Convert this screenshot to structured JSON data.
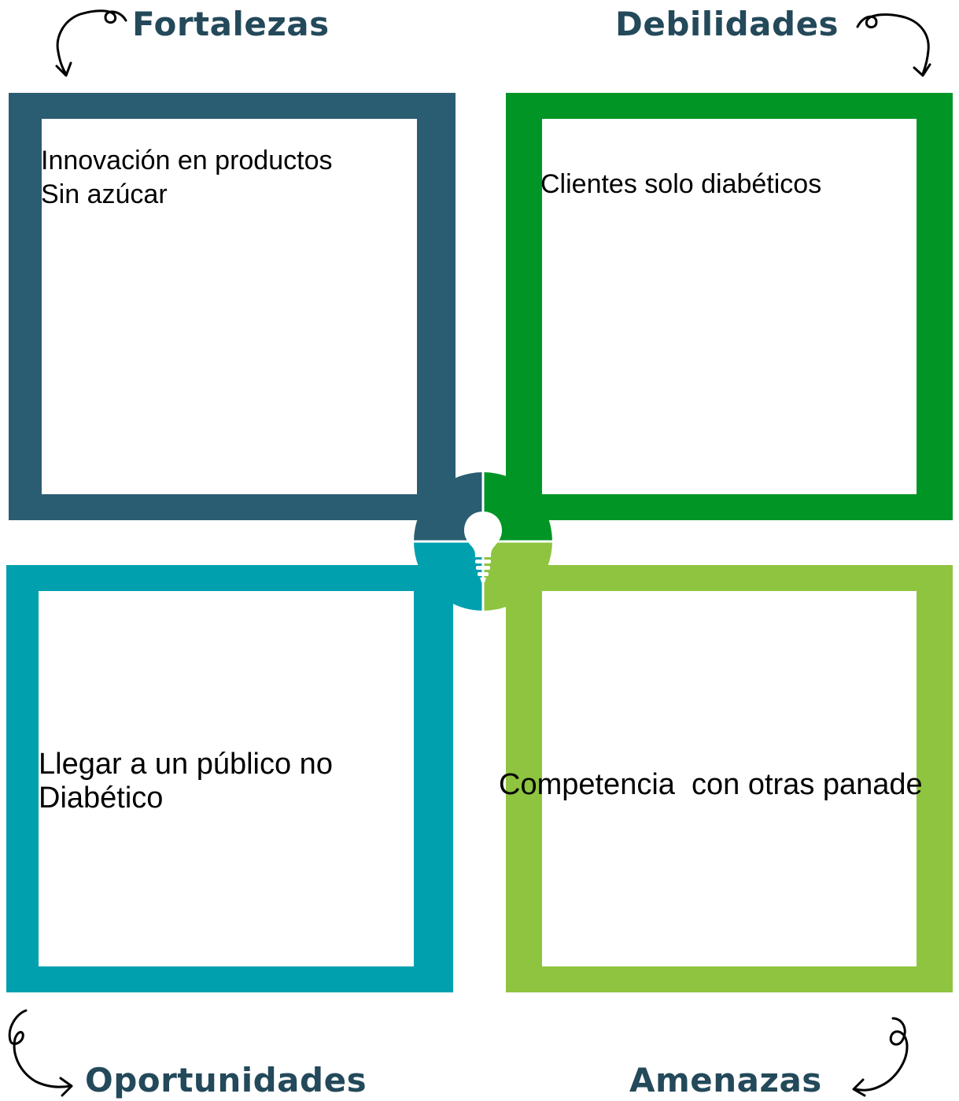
{
  "colors": {
    "fortalezas": "#2a5d71",
    "debilidades": "#019526",
    "oportunidades": "#00a0af",
    "amenazas": "#8ec43f",
    "heading_text": "#23495a"
  },
  "quadrants": {
    "fortalezas": {
      "title": "Fortalezas",
      "text": "Innovación en productos\nSin azúcar"
    },
    "debilidades": {
      "title": "Debilidades",
      "text": "Clientes solo diabéticos"
    },
    "oportunidades": {
      "title": "Oportunidades",
      "text": "Llegar a un público no\nDiabético"
    },
    "amenazas": {
      "title": "Amenazas",
      "text": "Competencia  con otras panaderias"
    }
  },
  "center_icon": "lightbulb-icon"
}
